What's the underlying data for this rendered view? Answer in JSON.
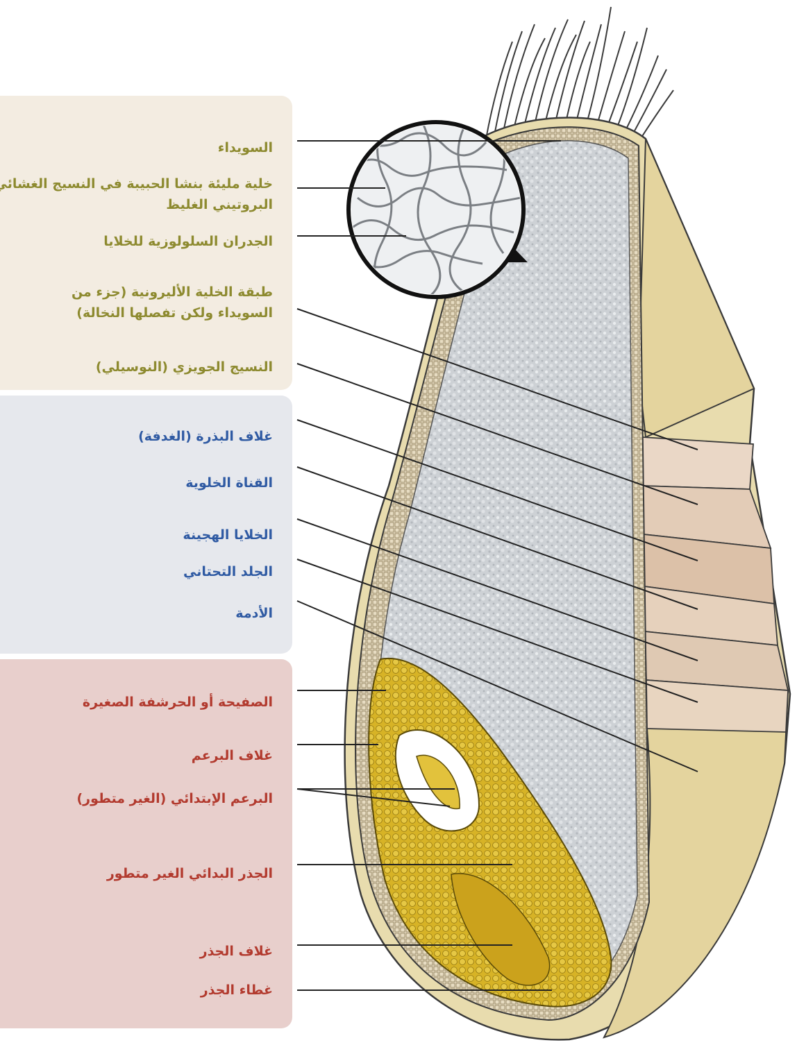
{
  "colors": {
    "endosperm_panel": "#f3ece1",
    "endosperm_text": "#8d8a2f",
    "bran_panel": "#e6e8ed",
    "bran_text": "#2f5aa3",
    "germ_panel": "#e8cfcc",
    "germ_text": "#b23a2e",
    "hull": "#e8dcae",
    "starch": "#c9cdd2",
    "embryo": "#d9b52a",
    "leader": "#222222"
  },
  "groups": {
    "endosperm": {
      "labels": [
        {
          "id": "endosperm",
          "text": "السويداء"
        },
        {
          "id": "starch-cell",
          "text": "خلية مليئة بنشا الحبيبة في النسيج الغشائي البروتيني الغليظ"
        },
        {
          "id": "cell-walls",
          "text": "الجدران السلولوزية للخلايا"
        },
        {
          "id": "aleurone",
          "text": "طبقة الخلية الأليرونية (جزء من السويداء ولكن تفصلها النخالة)"
        },
        {
          "id": "nucellus",
          "text": "النسيج الجويزي (النوسيلي)"
        }
      ]
    },
    "bran": {
      "labels": [
        {
          "id": "seed-coat",
          "text": "غلاف البذرة (الغدفة)"
        },
        {
          "id": "tube-cells",
          "text": "القناة الخلوية"
        },
        {
          "id": "cross-cells",
          "text": "الخلايا الهجينة"
        },
        {
          "id": "hypodermis",
          "text": "الجلد التحتاني"
        },
        {
          "id": "epidermis",
          "text": "الأدمة"
        }
      ]
    },
    "germ": {
      "labels": [
        {
          "id": "scutellum",
          "text": "الصفيحة أو الحرشفة الصغيرة"
        },
        {
          "id": "coleoptile",
          "text": "غلاف البرعم"
        },
        {
          "id": "plumule",
          "text": "البرعم الإبتدائي (الغير متطور)"
        },
        {
          "id": "radicle",
          "text": "الجذر البدائي الغير متطور"
        },
        {
          "id": "coleorhiza",
          "text": "غلاف الجذر"
        },
        {
          "id": "root-cap",
          "text": "غطاء الجذر"
        }
      ]
    }
  }
}
